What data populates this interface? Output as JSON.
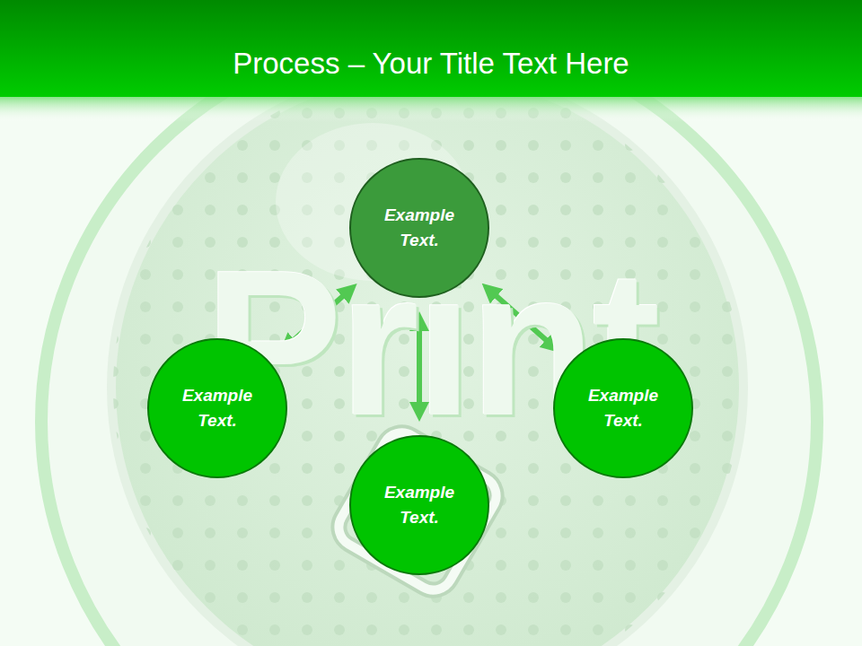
{
  "diagram": {
    "title": "Process – Your Title Text Here",
    "nodes": [
      {
        "text": [
          "Example Text."
        ]
      },
      {
        "text": [
          "Example Text."
        ]
      },
      {
        "text": [
          "Example Text."
        ]
      },
      {
        "text": [
          "Example Text."
        ]
      }
    ],
    "edges": [
      {
        "from": 0,
        "to": 1,
        "arrow": "both"
      },
      {
        "from": 0,
        "to": 2,
        "arrow": "both"
      },
      {
        "from": 0,
        "to": 3,
        "arrow": "both"
      }
    ],
    "labels": [
      "Print"
    ]
  }
}
